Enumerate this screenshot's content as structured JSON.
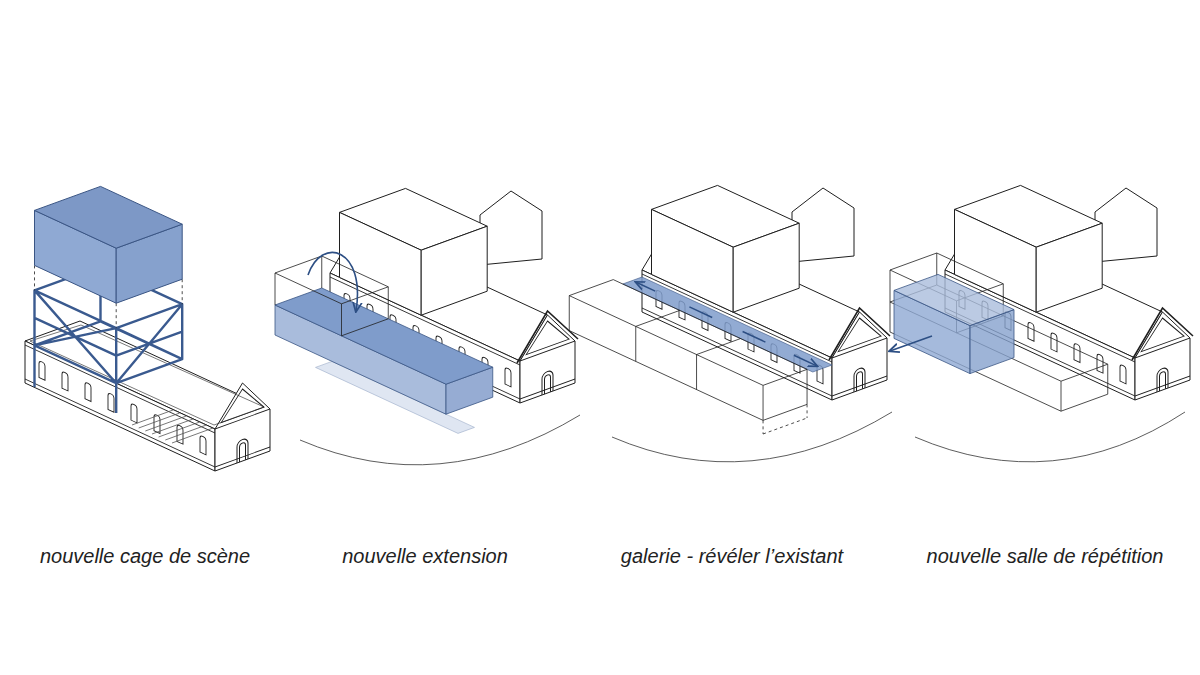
{
  "diagram": {
    "labels": [
      "nouvelle cage de scène",
      "nouvelle extension",
      "galerie - révéler l’existant",
      "nouvelle salle de répétition"
    ]
  }
}
